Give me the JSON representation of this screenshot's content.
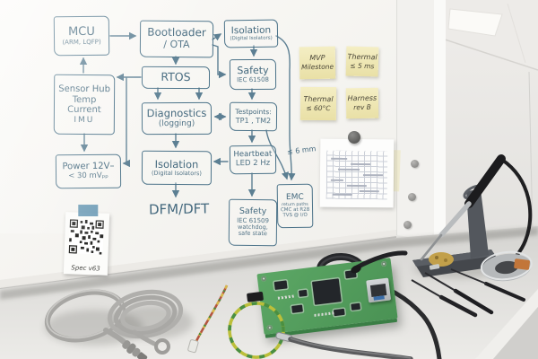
{
  "palette": {
    "marker_ink": "#4c7389",
    "sticky_note": "#efe7b4",
    "pcb_green": "#519a5b",
    "tape_blue": "#5b8fae",
    "desk_gray": "#dcdbd8"
  },
  "whiteboard": {
    "diagram": {
      "boxes": {
        "mcu": {
          "title": "MCU",
          "subtitle": "(ARM, LQFP)"
        },
        "bootloader": {
          "title": "Bootloader",
          "subtitle": "/ OTA"
        },
        "isolation_top": {
          "title": "Isolation",
          "subtitle": "(Digital Isolators)"
        },
        "rtos": {
          "title": "RTOS"
        },
        "safety_top": {
          "title": "Safety",
          "subtitle": "IEC 61508"
        },
        "sensor_hub": {
          "title": "Sensor Hub",
          "line2": "Temp",
          "line3": "Current",
          "line4": "IMU"
        },
        "diagnostics": {
          "title": "Diagnostics",
          "subtitle": "(logging)"
        },
        "testpoints": {
          "title": "Testpoints:",
          "subtitle": "TP1 , TM2"
        },
        "power": {
          "title": "Power 12V–",
          "subtitle": "< 30 mVₚₚ"
        },
        "isolation_mid": {
          "title": "Isolation",
          "subtitle": "(Digital Isolators)"
        },
        "heartbeat": {
          "title": "Heartbeat",
          "subtitle": "LED 2 Hz"
        },
        "safety_bottom": {
          "title": "Safety",
          "line2": "IEC 61509",
          "line3": "watchdog,",
          "line4": "safe state"
        },
        "emc": {
          "title": "EMC",
          "line2": "return paths",
          "line3": "CMC at R28",
          "line4": "TVS @ I/O"
        }
      },
      "labels": {
        "dfm_dft": "DFM/DFT",
        "clearance": "≤ 6 mm"
      }
    },
    "sticky_notes": [
      {
        "line1": "MVP",
        "line2": "Milestone"
      },
      {
        "line1": "Thermal",
        "line2": "≤ 5 ms"
      },
      {
        "line1": "Thermal",
        "line2": "≤ 60°C"
      },
      {
        "line1": "Harness",
        "line2": "rev B"
      }
    ],
    "qr_card": {
      "caption": "Spec v63"
    }
  }
}
